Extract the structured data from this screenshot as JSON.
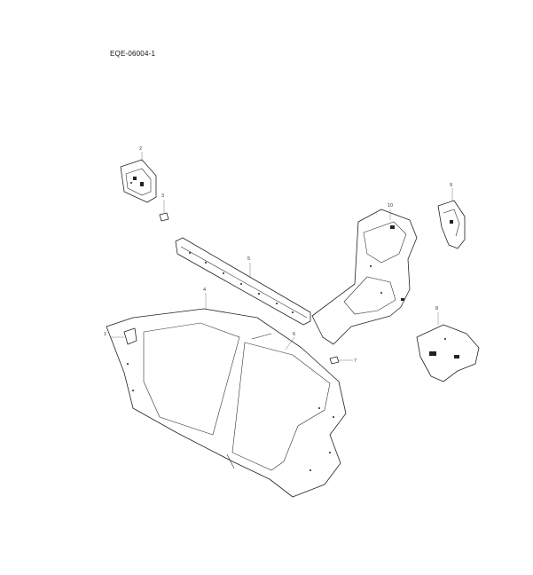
{
  "diagram": {
    "code": "EQE-06004-1",
    "callouts": {
      "c1": "1",
      "c2": "2",
      "c3": "3",
      "c4": "4",
      "c5": "5",
      "c6": "6",
      "c7": "7",
      "c8": "8",
      "c9": "9",
      "c10": "10"
    }
  }
}
